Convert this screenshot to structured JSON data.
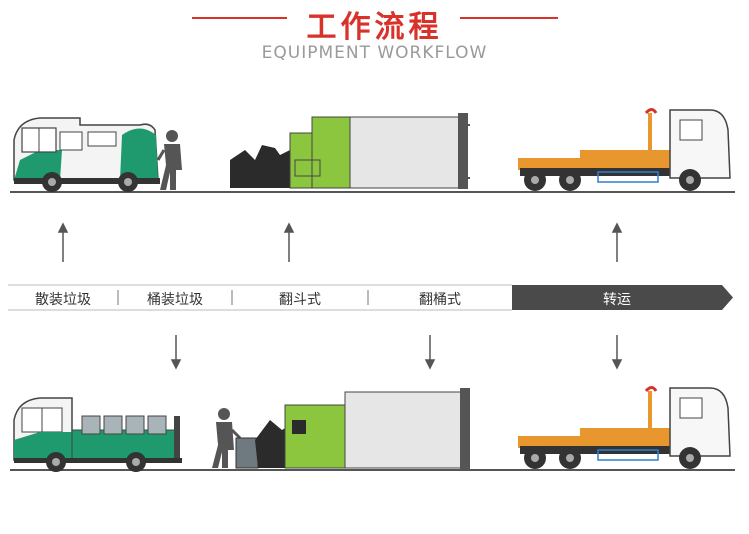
{
  "header": {
    "title": "工作流程",
    "subtitle": "EQUIPMENT WORKFLOW"
  },
  "process_bar": {
    "steps": [
      {
        "label": "散装垃圾",
        "active": false
      },
      {
        "label": "桶装垃圾",
        "active": false
      },
      {
        "label": "翻斗式",
        "active": false
      },
      {
        "label": "翻桶式",
        "active": false
      },
      {
        "label": "转运",
        "active": true
      }
    ]
  },
  "colors": {
    "accent_red": "#d9322b",
    "vehicle_green": "#1f9a6e",
    "compactor_green": "#8cc63f",
    "band_dark": "#4a4a4a",
    "chassis_orange": "#e8962e"
  }
}
